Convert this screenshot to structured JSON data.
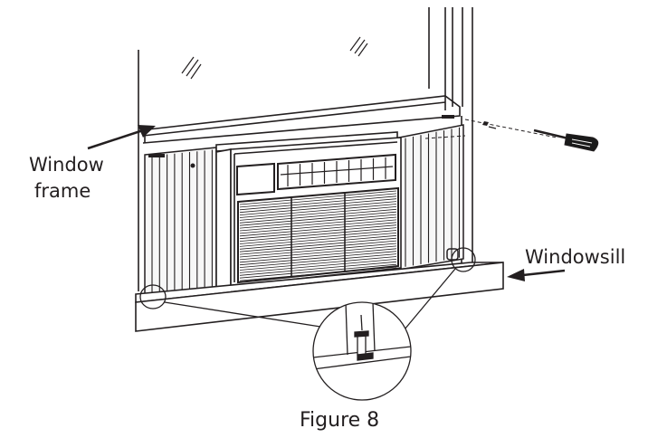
{
  "labels": {
    "window_frame_line1": "Window",
    "window_frame_line2": "frame",
    "windowsill": "Windowsill",
    "caption": "Figure 8"
  },
  "colors": {
    "ink": "#231f20",
    "background": "#ffffff",
    "fill_light": "#f2f2f2",
    "fill_dark": "#1a1a1a"
  },
  "icons": [
    "screwdriver-icon",
    "screw-icon",
    "arrow-icon",
    "magnifier-icon"
  ]
}
